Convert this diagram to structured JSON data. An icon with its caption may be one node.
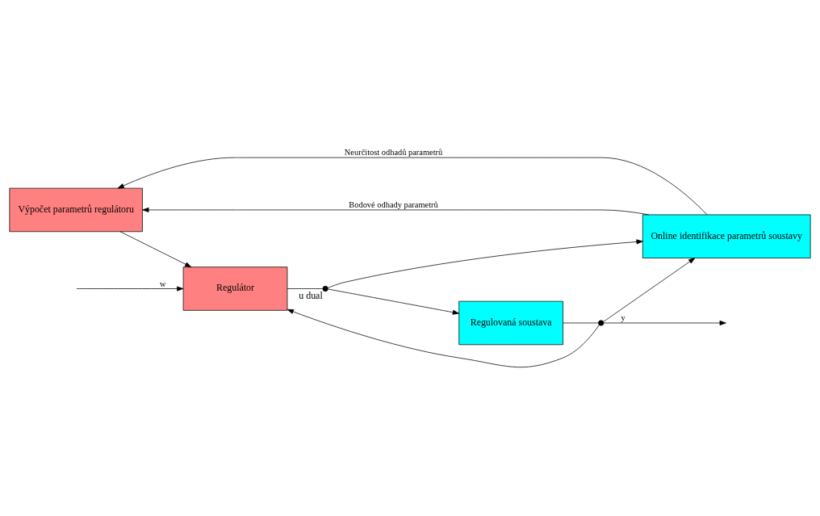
{
  "diagram": {
    "nodes": [
      {
        "text": [
          "Výpočet parametrů regulátoru"
        ]
      },
      {
        "text": [
          "Online identifikace parametrů soustavy"
        ]
      },
      {
        "text": [
          "Regulátor"
        ]
      },
      {
        "text": [
          "Regulovaná soustava"
        ]
      },
      {
        "text": [],
        "shape": "circle",
        "beside": [
          "u dual"
        ]
      },
      {
        "text": [],
        "shape": "circle"
      }
    ],
    "edges": [
      {
        "from": 1,
        "to": 0,
        "arrow": "to",
        "label": "Neurčitost odhadů parametrů"
      },
      {
        "from": 1,
        "to": 0,
        "arrow": "to",
        "label": "Bodové odhady parametrů"
      },
      {
        "from": 0,
        "to": 2,
        "arrow": "to"
      },
      {
        "from": null,
        "to": 2,
        "arrow": "to",
        "label": "w"
      },
      {
        "from": 2,
        "to": 4,
        "arrow": "none"
      },
      {
        "from": 4,
        "to": 3,
        "arrow": "to"
      },
      {
        "from": 4,
        "to": 1,
        "arrow": "to"
      },
      {
        "from": 3,
        "to": 5,
        "arrow": "none"
      },
      {
        "from": 5,
        "to": null,
        "arrow": "to",
        "label": "y"
      },
      {
        "from": 5,
        "to": 1,
        "arrow": "to"
      },
      {
        "from": 5,
        "to": 2,
        "arrow": "to"
      }
    ]
  }
}
